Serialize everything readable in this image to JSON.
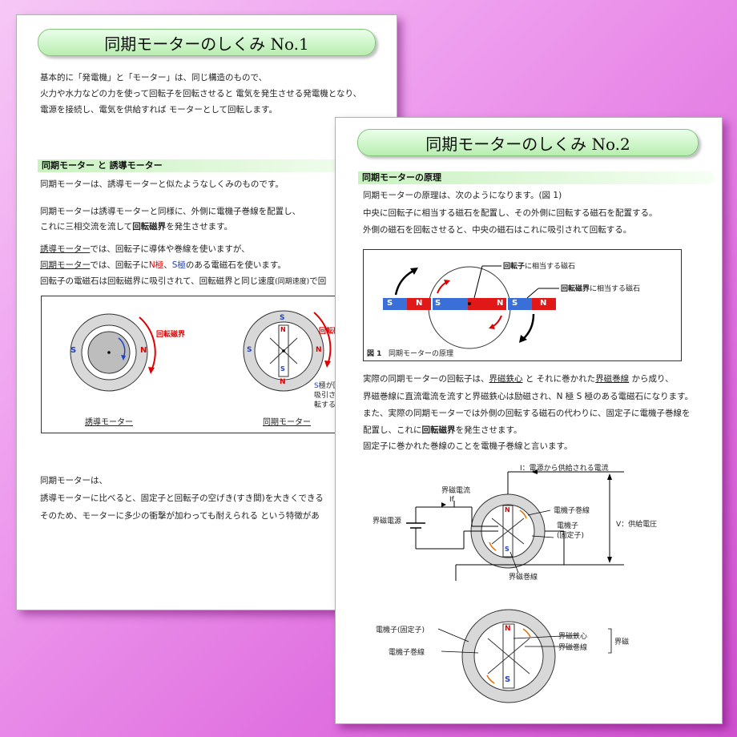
{
  "page1": {
    "title": "同期モーターのしくみ No.1",
    "intro": [
      "基本的に「発電機」と「モーター」は、同じ構造のもので、",
      "火力や水力などの力を使って回転子を回転させると 電気を発生させる発電機となり、",
      "電源を接続し、電気を供給すれば モーターとして回転します。"
    ],
    "section_title": "同期モーター と 誘導モーター",
    "para1": "同期モーターは、誘導モーターと似たようなしくみのものです。",
    "para2_1": "同期モーターは誘導モーターと同様に、外側に電機子巻線を配置し、",
    "para2_2a": "これに三相交流を流して",
    "para2_2b": "回転磁界",
    "para2_2c": "を発生させます。",
    "para3_1a": "誘導モーター",
    "para3_1b": "では、回転子に導体や巻線を使いますが、",
    "para3_2a": "同期モーター",
    "para3_2b": "では、回転子に",
    "para3_2c": "N極",
    "para3_2d": "、",
    "para3_2e": "S極",
    "para3_2f": "のある電磁石を使います。",
    "para3_3a": "回転子の電磁石は回転磁界に吸引されて、回転磁界と同じ速度",
    "para3_3b": "(同期速度)",
    "para3_3c": "で回",
    "fig": {
      "label_field1": "回転磁界",
      "label_field2": "回転磁界",
      "label_S1": "S",
      "label_N1": "N",
      "label_S2": "S",
      "label_N2": "N",
      "label_S3": "S",
      "label_N3": "N",
      "rotor_N": "N",
      "rotor_S": "S",
      "note_1a": "S",
      "note_1b": "極が回転磁",
      "note_2": "吸引されるこ",
      "note_3": "転する",
      "caption_left": "誘導モーター",
      "caption_right": "同期モーター"
    },
    "bottom": [
      "同期モーターは、",
      "誘導モーターに比べると、固定子と回転子の空げき(すき間)を大きくできる",
      "そのため、モーターに多少の衝撃が加わっても耐えられる という特徴があ"
    ]
  },
  "page2": {
    "title": "同期モーターのしくみ No.2",
    "section_title": "同期モーターの原理",
    "lines1": [
      "同期モーターの原理は、次のようになります。(図 1)",
      "中央に回転子に相当する磁石を配置し、その外側に回転する磁石を配置する。",
      "外側の磁石を回転させると、中央の磁石はこれに吸引されて回転する。"
    ],
    "fig1": {
      "label_rotor_a": "回転子",
      "label_rotor_b": "に相当する磁石",
      "label_field_a": "回転磁界",
      "label_field_b": "に相当する磁石",
      "magnets": [
        "S",
        "N",
        "S",
        "N",
        "S",
        "N"
      ],
      "caption_a": "図 1",
      "caption_b": "同期モーターの原理"
    },
    "lines2_1a": "実際の同期モーターの回転子は、",
    "lines2_1b": "界磁鉄心",
    "lines2_1c": " と それに巻かれた",
    "lines2_1d": "界磁巻線",
    "lines2_1e": " から成り、",
    "lines2_2": "界磁巻線に直流電流を流すと界磁鉄心は励磁され、N 極 S 極のある電磁石になります。",
    "lines2_3": "また、実際の同期モーターでは外側の回転する磁石の代わりに、固定子に電機子巻線を",
    "lines2_4a": "配置し、これに",
    "lines2_4b": "回転磁界",
    "lines2_4c": "を発生させます。",
    "lines2_5": "固定子に巻かれた巻線のことを電機子巻線と言います。",
    "fig2": {
      "current_label": "I：電源から供給される電流",
      "field_current": "界磁電流",
      "if_label": "If",
      "field_source": "界磁電源",
      "armature_winding": "電機子巻線",
      "armature_a": "電機子",
      "armature_b": "(固定子)",
      "voltage": "V：供給電圧",
      "field_winding": "界磁巻線",
      "rotor_N": "N",
      "rotor_S": "S"
    },
    "fig3": {
      "armature": "電機子(固定子)",
      "armature_winding": "電機子巻線",
      "field_core": "界磁鉄心",
      "field_winding": "界磁巻線",
      "field": "界磁",
      "rotor_N": "N",
      "rotor_S": "S"
    }
  }
}
